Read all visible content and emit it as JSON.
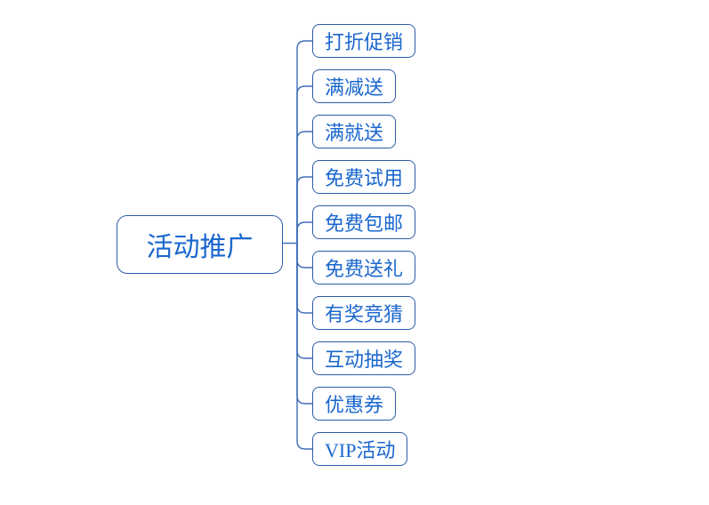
{
  "diagram": {
    "type": "mindmap",
    "root": {
      "label": "活动推广"
    },
    "children": [
      {
        "label": "打折促销"
      },
      {
        "label": "满减送"
      },
      {
        "label": "满就送"
      },
      {
        "label": "免费试用"
      },
      {
        "label": "免费包邮"
      },
      {
        "label": "免费送礼"
      },
      {
        "label": "有奖竞猜"
      },
      {
        "label": "互动抽奖"
      },
      {
        "label": "优惠券"
      },
      {
        "label": "VIP活动"
      }
    ],
    "colors": {
      "node-border": "#2D5BA7",
      "node-text": "#1A67CE",
      "connector": "#3F6FB8",
      "background": "#FFFFFF"
    }
  }
}
